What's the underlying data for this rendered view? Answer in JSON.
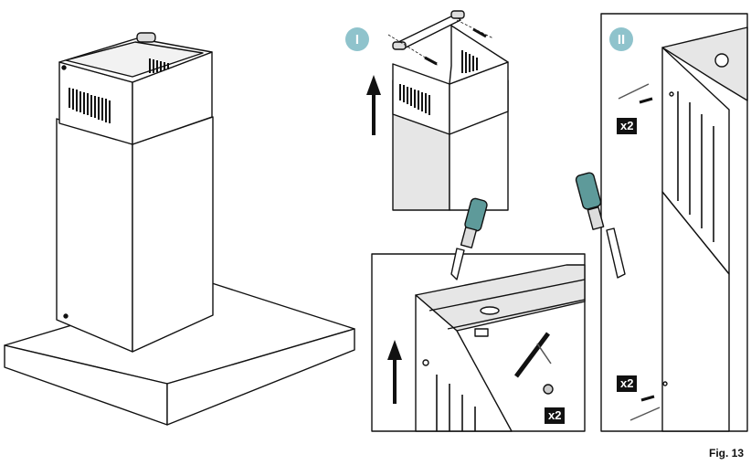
{
  "steps": {
    "step1": "I",
    "step2": "II"
  },
  "quantities": {
    "detail_panel": "x2",
    "step2_top": "x2",
    "step2_bottom": "x2"
  },
  "figure_label": "Fig. 13",
  "colors": {
    "step_badge": "#8fc3cc",
    "screwdriver": "#5e9a9a",
    "panel_fill": "#e6e6e6"
  }
}
